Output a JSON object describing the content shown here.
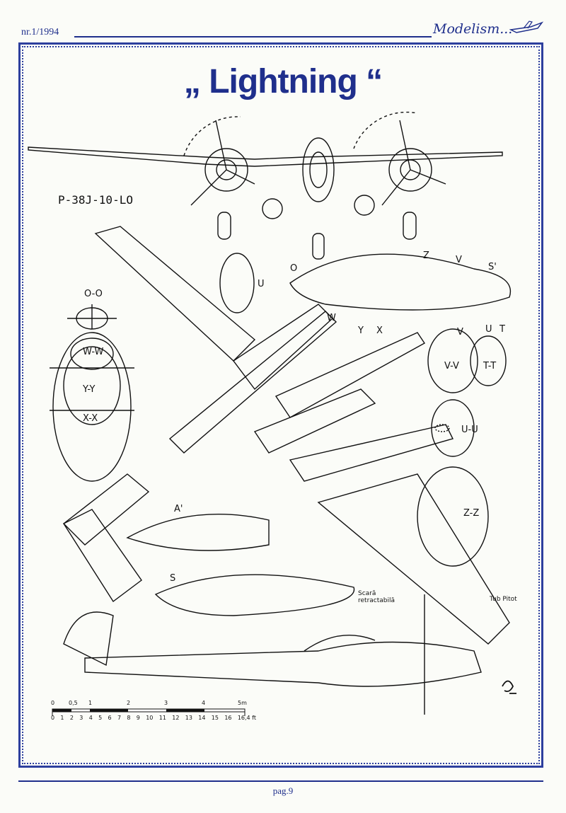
{
  "header": {
    "issue": "nr.1/1994",
    "brand": "Modelism..."
  },
  "title": "„ Lightning “",
  "subtitle": "P-38J-10-LO",
  "section_labels": {
    "o_o": "O-O",
    "w_w": "W-W",
    "y_y": "Y-Y",
    "x_x": "X-X",
    "v_v": "V-V",
    "t_t": "T-T",
    "u_u": "U-U",
    "z_z": "Z-Z",
    "s1": "S'",
    "a1": "A'",
    "s": "S",
    "u": "U",
    "o": "O",
    "z": "Z",
    "v": "V",
    "w": "W",
    "y": "Y",
    "x": "X",
    "v2": "V",
    "u2": "U",
    "t": "T"
  },
  "annotations": {
    "tub_pitot": "Tub Pitot",
    "scara": "Scară retractabilă"
  },
  "scale": {
    "meters": [
      "0",
      "0,5",
      "1",
      "2",
      "3",
      "4",
      "5m"
    ],
    "feet": [
      "0",
      "1",
      "2",
      "3",
      "4",
      "5",
      "6",
      "7",
      "8",
      "9",
      "10",
      "11",
      "12",
      "13",
      "14",
      "15",
      "16",
      "16,4 ft"
    ]
  },
  "footer": {
    "page": "pag.9"
  }
}
